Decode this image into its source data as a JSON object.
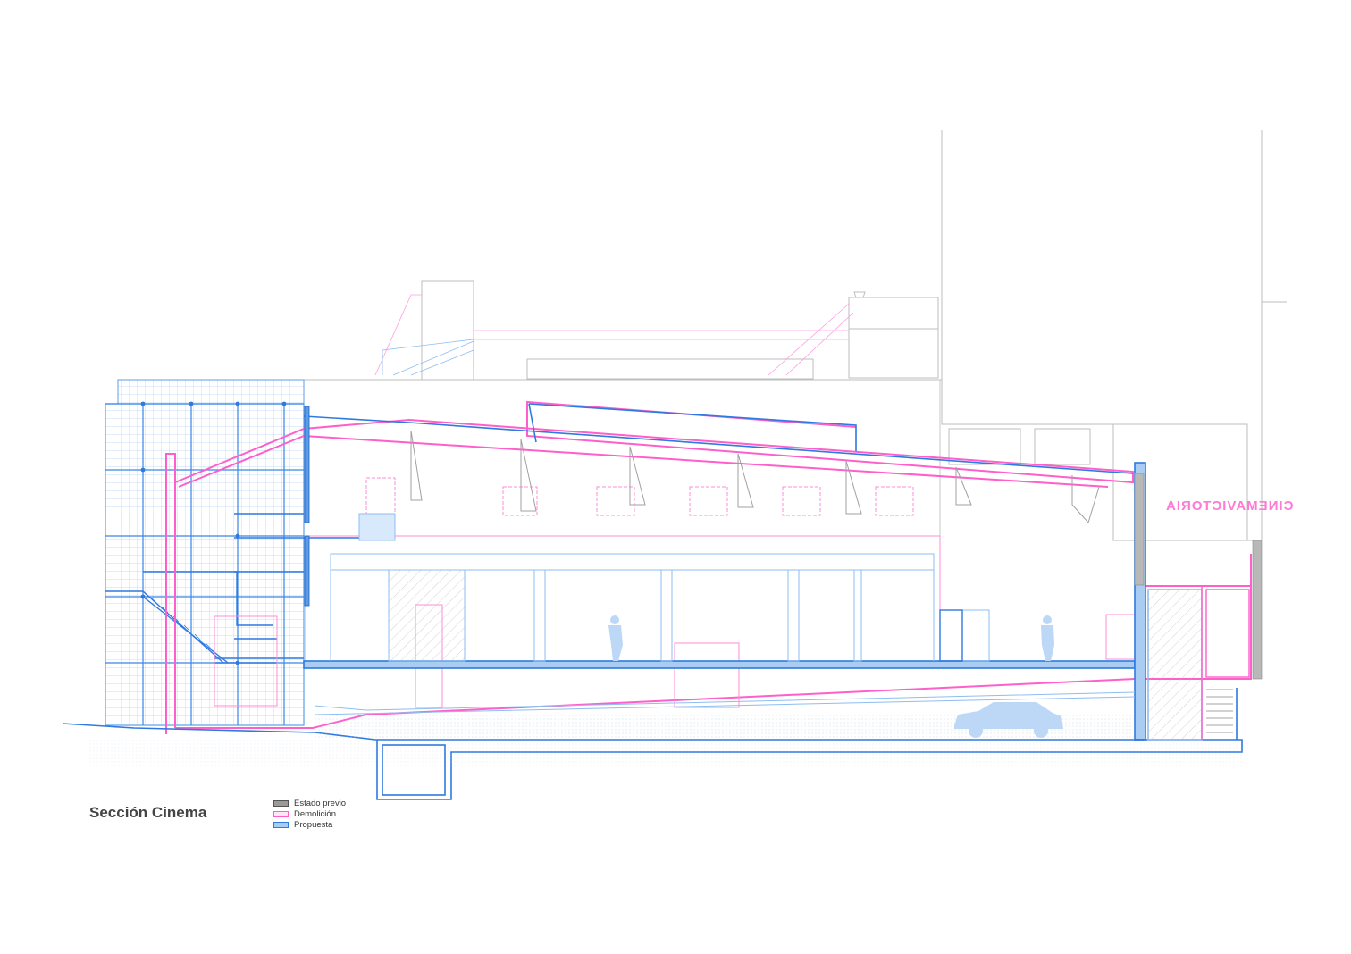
{
  "title": "Sección Cinema",
  "sign_text": "CINEMAVICTORIA",
  "legend": [
    {
      "label": "Estado previo",
      "fill": "#9a9a9a",
      "stroke": "#555555"
    },
    {
      "label": "Demolición",
      "fill": "#fde6f6",
      "stroke": "#ff5fcb"
    },
    {
      "label": "Propuesta",
      "fill": "#a9cdf2",
      "stroke": "#2f79e0"
    }
  ],
  "colors": {
    "existing": "#9a9a9a",
    "demolition": "#ff5fcb",
    "proposal": "#2f79e0",
    "proposal_light": "#a9cdf2"
  }
}
